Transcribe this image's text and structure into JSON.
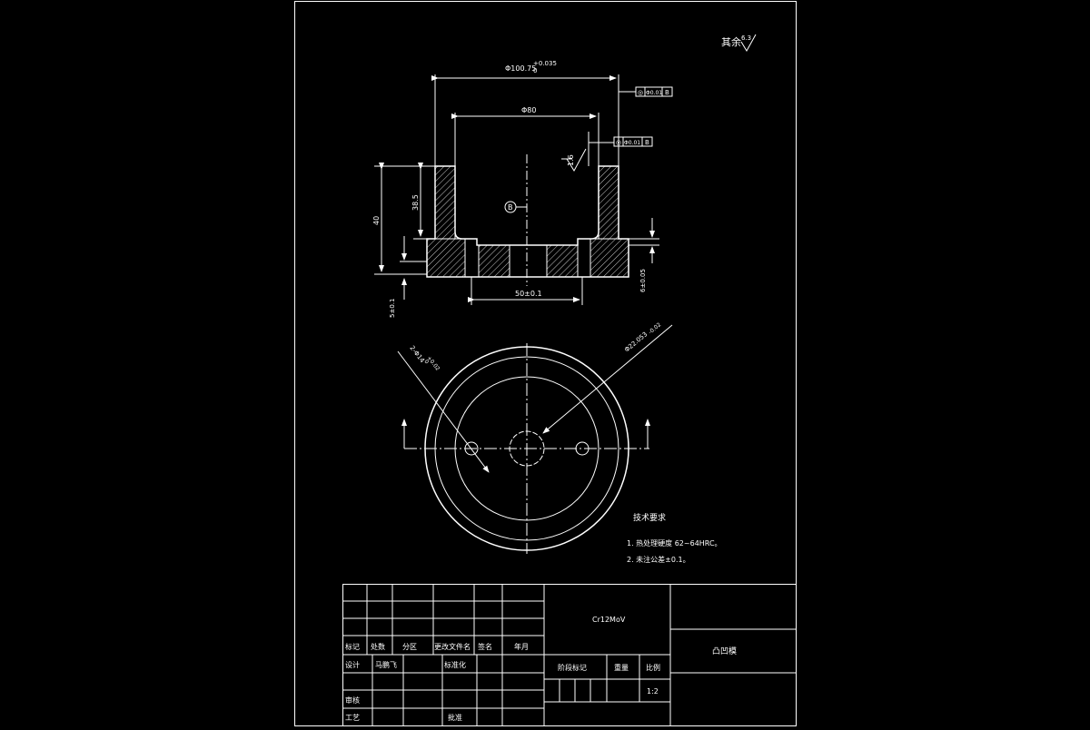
{
  "drawing": {
    "roughness_note": "其余",
    "roughness_value": "6.3",
    "section_view": {
      "dim_outer_dia": "Φ100.75",
      "dim_outer_tol": "+0.035",
      "dim_outer_tol_low": "0",
      "dim_inner_dia": "Φ80",
      "dim_total_height": "40",
      "dim_wall_height": "38.5",
      "dim_bottom_span": "50±0.1",
      "roughness_inner": "1.6",
      "section_marker": "B",
      "tol_frame_1": [
        "◎",
        "Φ0.01",
        "B"
      ],
      "tol_frame_2": [
        "◎",
        "Φ0.01",
        "B"
      ],
      "dim_left_step": "5±0.1",
      "dim_right_step": "6±0.05"
    },
    "plan_view": {
      "dim_holes": "2-Φ14",
      "dim_holes_tol": "+0.02",
      "dim_holes_tol_low": "0",
      "dim_center_bore": "Φ22.053",
      "dim_center_tol": "-0.02"
    },
    "tech_requirements": {
      "heading": "技术要求",
      "items": [
        "1. 热处理硬度 62~64HRC。",
        "2. 未注公差±0.1。"
      ]
    },
    "title_block": {
      "material": "Cr12MoV",
      "part_name": "凸凹模",
      "header_row": [
        "标记",
        "处数",
        "分区",
        "更改文件名",
        "签名",
        "年月"
      ],
      "design_label": "设计",
      "designer": "马鹏飞",
      "standard_label": "标准化",
      "stage_label": "阶段标记",
      "weight_label": "重量",
      "scale_label": "比例",
      "scale_value": "1:2",
      "review_label": "审核",
      "process_label": "工艺",
      "approve_label": "批准"
    }
  }
}
